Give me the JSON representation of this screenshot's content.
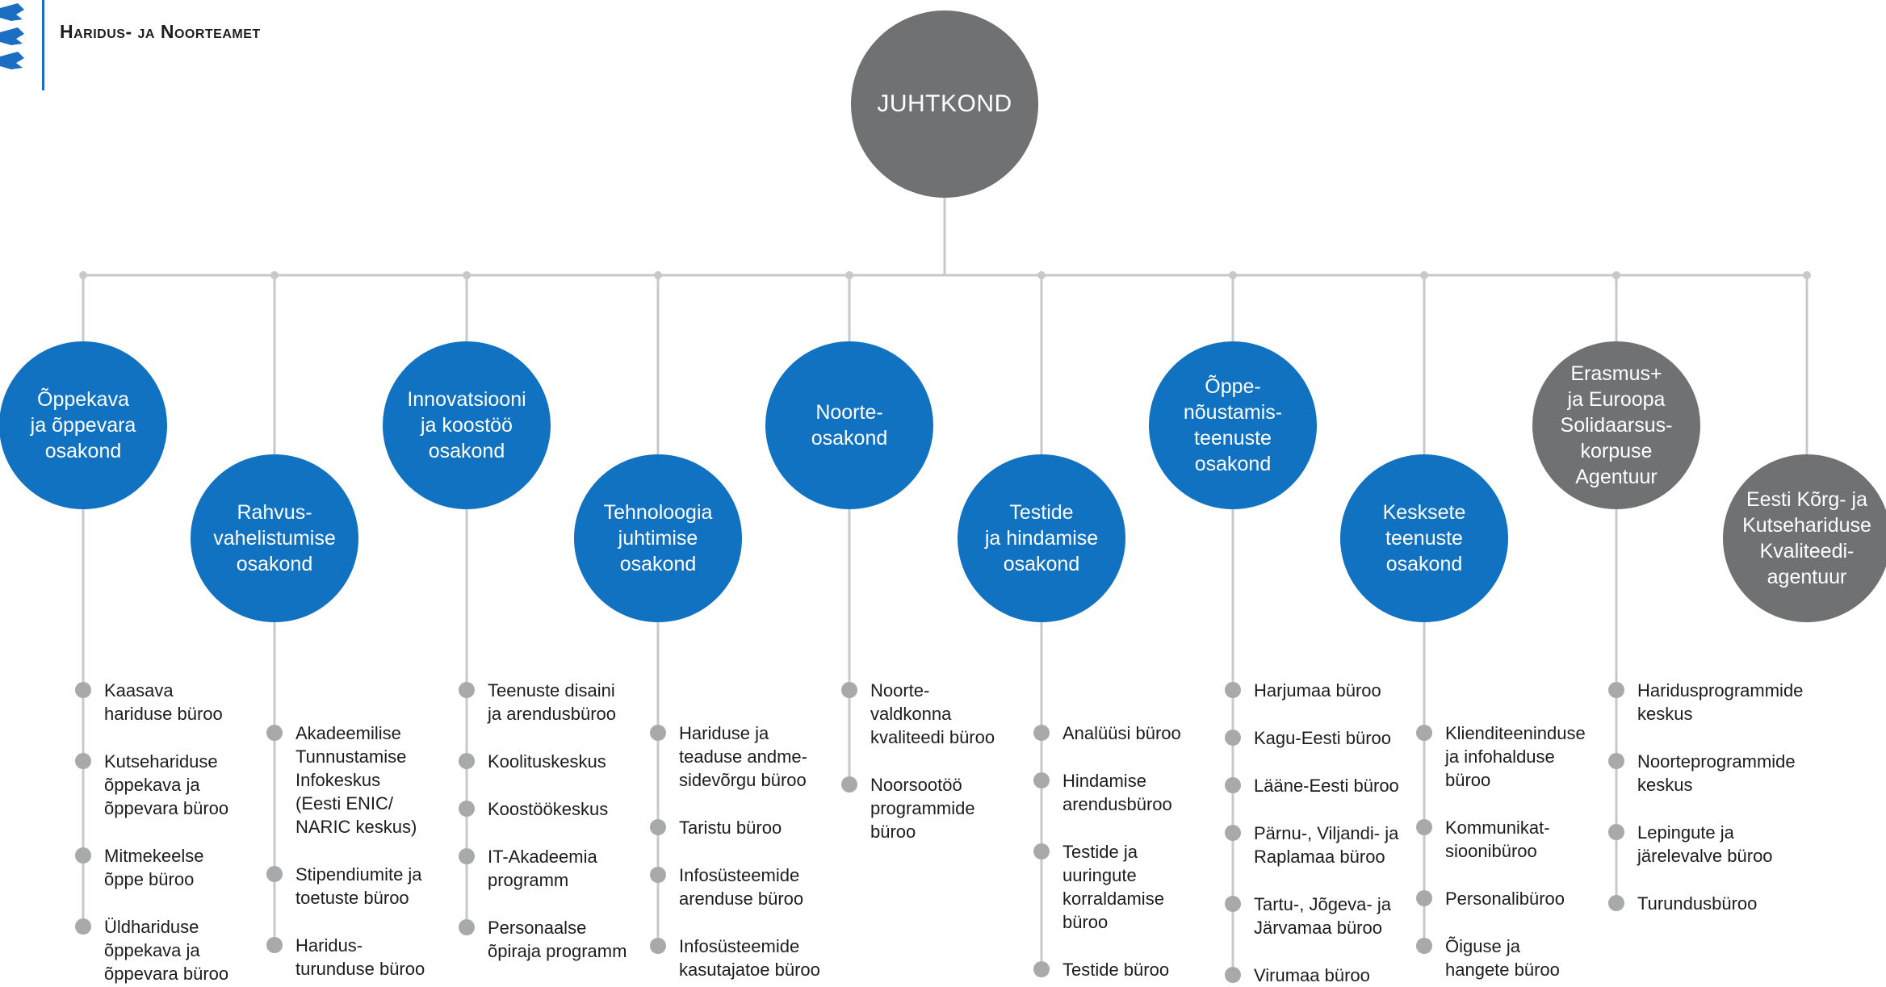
{
  "header": {
    "org_name": "Haridus- ja Noorteamet"
  },
  "colors": {
    "blue": "#1072c0",
    "gray": "#6f7172",
    "line": "#c7c8c9",
    "dot": "#a7a9ab"
  },
  "root": {
    "label": "JUHTKOND"
  },
  "units": [
    {
      "id": "oppekava",
      "label": "Õppekava\nja õppevara\nosakond",
      "color": "blue",
      "items": [
        "Kaasava\nhariduse büroo",
        "Kutsehariduse\nõppekava ja\nõppevara büroo",
        "Mitmekeelse\nõppe büroo",
        "Üldhariduse\nõppekava ja\nõppevara büroo"
      ]
    },
    {
      "id": "rahvusvahelistumise",
      "label": "Rahvus-\nvahelistumise\nosakond",
      "color": "blue",
      "items": [
        "Akadeemilise\nTunnustamise\nInfokeskus\n(Eesti ENIC/\nNARIC keskus)",
        "Stipendiumite ja\ntoetuste büroo",
        "Haridus-\nturunduse büroo"
      ]
    },
    {
      "id": "innovatsiooni",
      "label": "Innovatsiooni\nja koostöö\nosakond",
      "color": "blue",
      "items": [
        "Teenuste disaini\nja arendusbüroo",
        "Koolituskeskus",
        "Koostöökeskus",
        "IT-Akadeemia\nprogramm",
        "Personaalse\nõpiraja programm"
      ]
    },
    {
      "id": "tehnoloogia",
      "label": "Tehnoloogia\njuhtimise\nosakond",
      "color": "blue",
      "items": [
        "Hariduse ja\nteaduse andme-\nsidevõrgu büroo",
        "Taristu büroo",
        "Infosüsteemide\narenduse büroo",
        "Infosüsteemide\nkasutajatoe büroo"
      ]
    },
    {
      "id": "noorte",
      "label": "Noorte-\nosakond",
      "color": "blue",
      "items": [
        "Noorte-\nvaldkonna\nkvaliteedi büroo",
        "Noorsootöö\nprogrammide\nbüroo"
      ]
    },
    {
      "id": "testide",
      "label": "Testide\nja hindamise\nosakond",
      "color": "blue",
      "items": [
        "Analüüsi büroo",
        "Hindamise\narendusbüroo",
        "Testide ja\nuuringute\nkorraldamise\nbüroo",
        "Testide büroo"
      ]
    },
    {
      "id": "oppenoustamis",
      "label": "Õppe-\nnõustamis-\nteenuste\nosakond",
      "color": "blue",
      "items": [
        "Harjumaa büroo",
        "Kagu-Eesti büroo",
        "Lääne-Eesti büroo",
        "Pärnu-, Viljandi- ja\nRaplamaa büroo",
        "Tartu-, Jõgeva- ja\nJärvamaa büroo",
        "Virumaa büroo"
      ]
    },
    {
      "id": "kesksete",
      "label": "Kesksete\nteenuste\nosakond",
      "color": "blue",
      "items": [
        "Klienditeeninduse\nja infohalduse\nbüroo",
        "Kommunikat-\nsioonibüroo",
        "Personalibüroo",
        "Õiguse ja\nhangete büroo"
      ]
    },
    {
      "id": "erasmus",
      "label": "Erasmus+\nja Euroopa\nSolidaarsus-\nkorpuse\nAgentuur",
      "color": "gray",
      "items": [
        "Haridusprogrammide\nkeskus",
        "Noorteprogrammide\nkeskus",
        "Lepingute ja\njärelevalve büroo",
        "Turundusbüroo"
      ]
    },
    {
      "id": "kvaliteedi",
      "label": "Eesti Kõrg- ja\nKutsehariduse\nKvaliteedi-\nagentuur",
      "color": "gray",
      "items": []
    }
  ]
}
